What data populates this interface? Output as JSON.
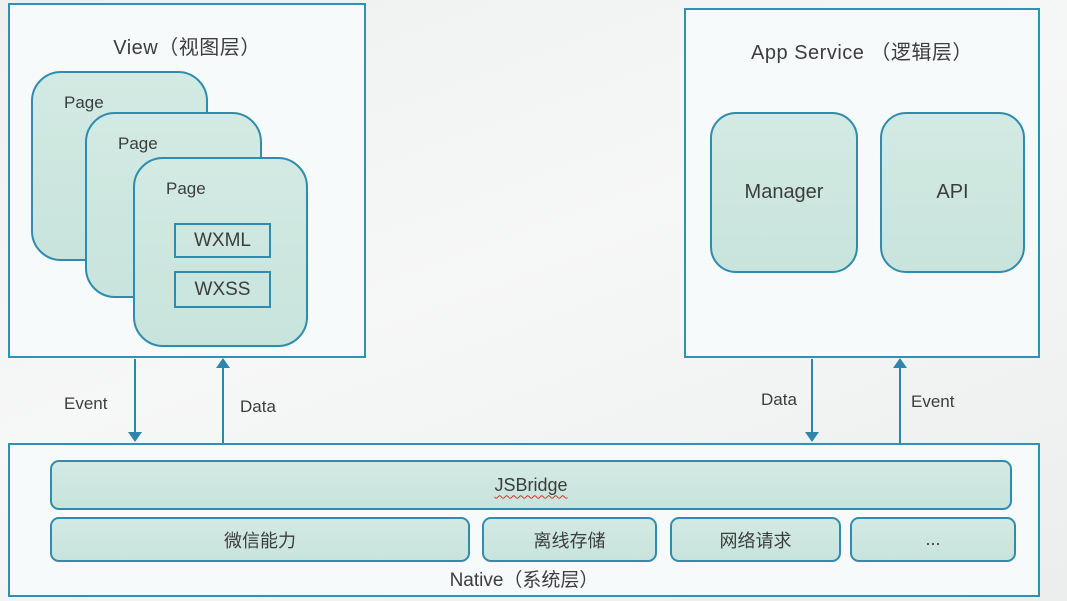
{
  "colors": {
    "outer_border": "#2a93b8",
    "inner_border": "#2f8cae",
    "mint_fill": "#cbe5de",
    "panel_fill": "#f7fafa",
    "text": "#3d3d3d",
    "arrow": "#2e86ad",
    "spellcheck_underline": "#d0342c"
  },
  "view_layer": {
    "title": "View（视图层）",
    "pages": [
      {
        "label": "Page"
      },
      {
        "label": "Page"
      },
      {
        "label": "Page",
        "wxml": "WXML",
        "wxss": "WXSS"
      }
    ]
  },
  "app_service_layer": {
    "title": "App Service （逻辑层）",
    "manager": "Manager",
    "api": "API"
  },
  "native_layer": {
    "title": "Native（系统层）",
    "jsbridge": "JSBridge",
    "capabilities": [
      "微信能力",
      "离线存储",
      "网络请求",
      "..."
    ]
  },
  "arrows": {
    "view_event": "Event",
    "view_data": "Data",
    "service_data": "Data",
    "service_event": "Event"
  }
}
